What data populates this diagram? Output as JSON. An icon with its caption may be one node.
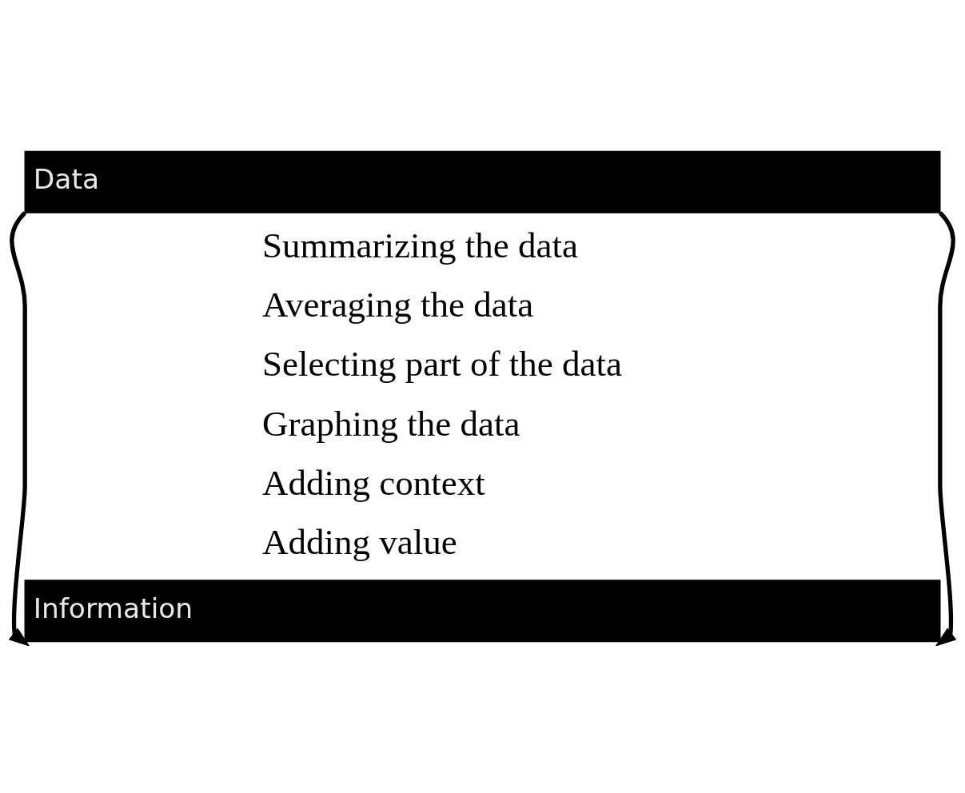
{
  "diagram": {
    "nodes": [
      {
        "text": [
          "Data"
        ]
      },
      {
        "text": [
          "Information"
        ]
      }
    ],
    "edges": [
      {
        "from": 0,
        "to": 1,
        "arrow": "to"
      },
      {
        "from": 0,
        "to": 1,
        "arrow": "to"
      }
    ],
    "labels": [
      "Summarizing the data",
      "Averaging the data",
      "Selecting part of the data",
      "Graphing the data",
      "Adding context",
      "Adding value"
    ]
  }
}
